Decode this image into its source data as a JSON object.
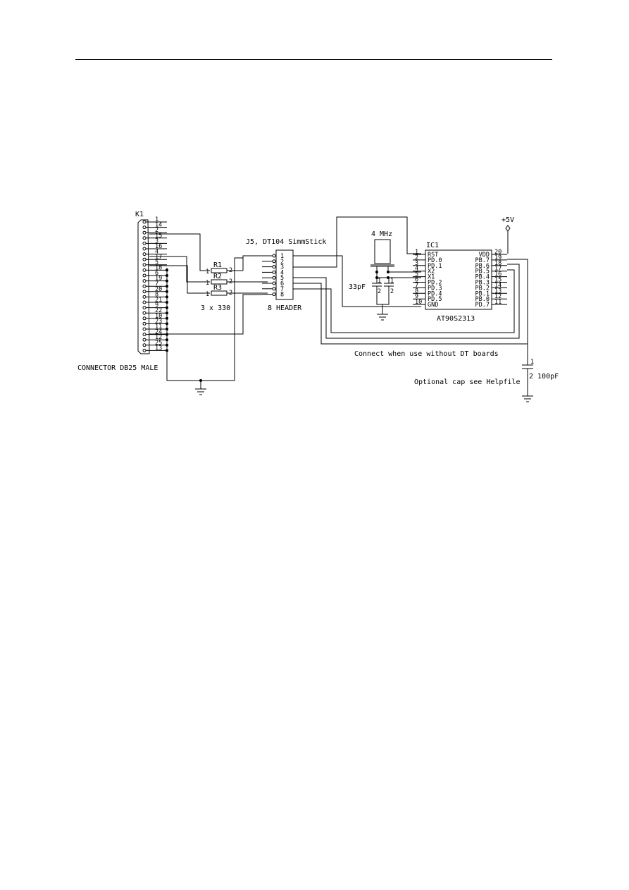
{
  "schematic": {
    "connector": {
      "ref": "K1",
      "label": "CONNECTOR DB25 MALE",
      "pins_left": [
        "1",
        "14",
        "2",
        "15",
        "3",
        "16",
        "4",
        "17",
        "5",
        "18",
        "6",
        "19",
        "7",
        "20",
        "8",
        "21",
        "9",
        "22",
        "10",
        "23",
        "11",
        "24",
        "12",
        "25",
        "13"
      ]
    },
    "resistors": {
      "names": [
        "R1",
        "R2",
        "R3"
      ],
      "pin1": "1",
      "pin2": "2",
      "value": "3 x 330"
    },
    "header": {
      "title": "J5, DT104 SimmStick",
      "pins": [
        "1",
        "2",
        "3",
        "4",
        "5",
        "6",
        "7",
        "8"
      ],
      "label": "8 HEADER"
    },
    "crystal": {
      "label": "4 MHz",
      "cap_label": "33pF",
      "cap_pin1": "1",
      "cap_pin2": "2"
    },
    "ic": {
      "ref": "IC1",
      "part": "AT90S2313",
      "left_pins": [
        {
          "num": "1",
          "name": "RST"
        },
        {
          "num": "2",
          "name": "PD.0"
        },
        {
          "num": "3",
          "name": "PD.1"
        },
        {
          "num": "4",
          "name": "X2"
        },
        {
          "num": "5",
          "name": "X1"
        },
        {
          "num": "6",
          "name": "PD.2"
        },
        {
          "num": "7",
          "name": "PD.3"
        },
        {
          "num": "8",
          "name": "PD.4"
        },
        {
          "num": "9",
          "name": "PD.5"
        },
        {
          "num": "10",
          "name": "GND"
        }
      ],
      "right_pins": [
        {
          "num": "20",
          "name": "VDD"
        },
        {
          "num": "19",
          "name": "PB.7"
        },
        {
          "num": "18",
          "name": "PB.6"
        },
        {
          "num": "17",
          "name": "PB.5"
        },
        {
          "num": "16",
          "name": "PB.4"
        },
        {
          "num": "15",
          "name": "PB.3"
        },
        {
          "num": "14",
          "name": "PB.2"
        },
        {
          "num": "13",
          "name": "PB.1"
        },
        {
          "num": "12",
          "name": "PB.0"
        },
        {
          "num": "11",
          "name": "PD.7"
        }
      ]
    },
    "power": {
      "label": "+5V"
    },
    "notes": {
      "connect": "Connect when use without DT boards",
      "optional_cap": "Optional cap see Helpfile"
    },
    "opt_cap": {
      "pin1": "1",
      "pin2_value": "2 100pF"
    }
  }
}
